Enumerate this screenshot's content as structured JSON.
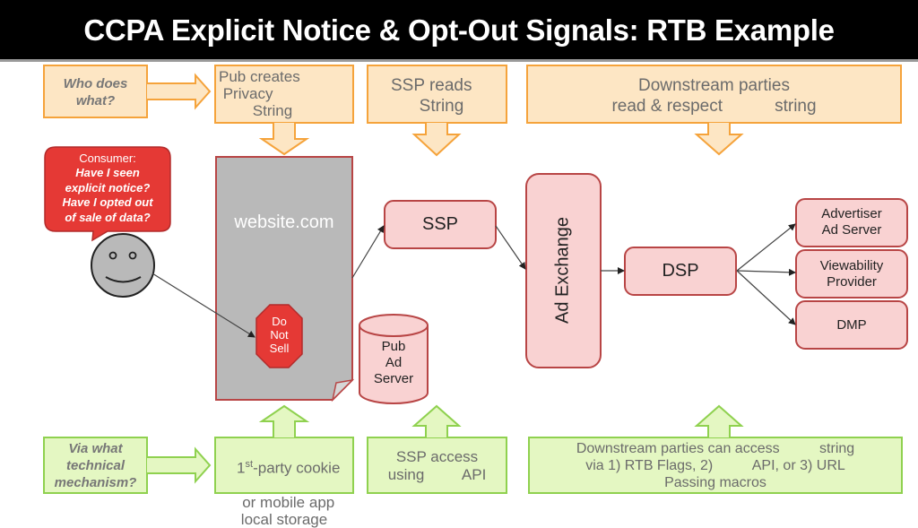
{
  "title": "CCPA Explicit Notice & Opt-Out Signals: RTB Example",
  "colors": {
    "orange_fill": "#fde6c4",
    "orange_stroke": "#f5a33b",
    "green_fill": "#e4f7c2",
    "green_stroke": "#8fd14f",
    "pink_fill": "#f9d2d2",
    "pink_stroke": "#b84545",
    "red": "#e53935",
    "gray_page": "#b9b9b9"
  },
  "top_row": {
    "question": "Who does\nwhat?",
    "pub": "Pub creates\n Privacy\n        String",
    "ssp": "SSP reads\n      String",
    "downstream": "Downstream parties\nread & respect           string"
  },
  "bottom_row": {
    "question": "Via what\ntechnical\nmechanism?",
    "pub_sup": "st",
    "pub_line1_pre": "1",
    "pub_line1_post": "-party cookie",
    "pub_rest": "or mobile app\nlocal storage",
    "ssp": "SSP access\nusing         API",
    "downstream": "Downstream parties can access          string\nvia 1) RTB Flags, 2)          API, or 3) URL\nPassing macros"
  },
  "consumer": {
    "bubble_heading": "Consumer:",
    "bubble_questions": "Have I seen\nexplicit notice?\nHave I opted out\nof sale of data?"
  },
  "nodes": {
    "website": "website.com",
    "do_not_sell": "Do\nNot\nSell",
    "pub_ad_server": "Pub\nAd\nServer",
    "ssp": "SSP",
    "ad_exchange": "Ad Exchange",
    "dsp": "DSP",
    "advertiser_ad_server": "Advertiser\nAd Server",
    "viewability_provider": "Viewability\nProvider",
    "dmp": "DMP"
  }
}
